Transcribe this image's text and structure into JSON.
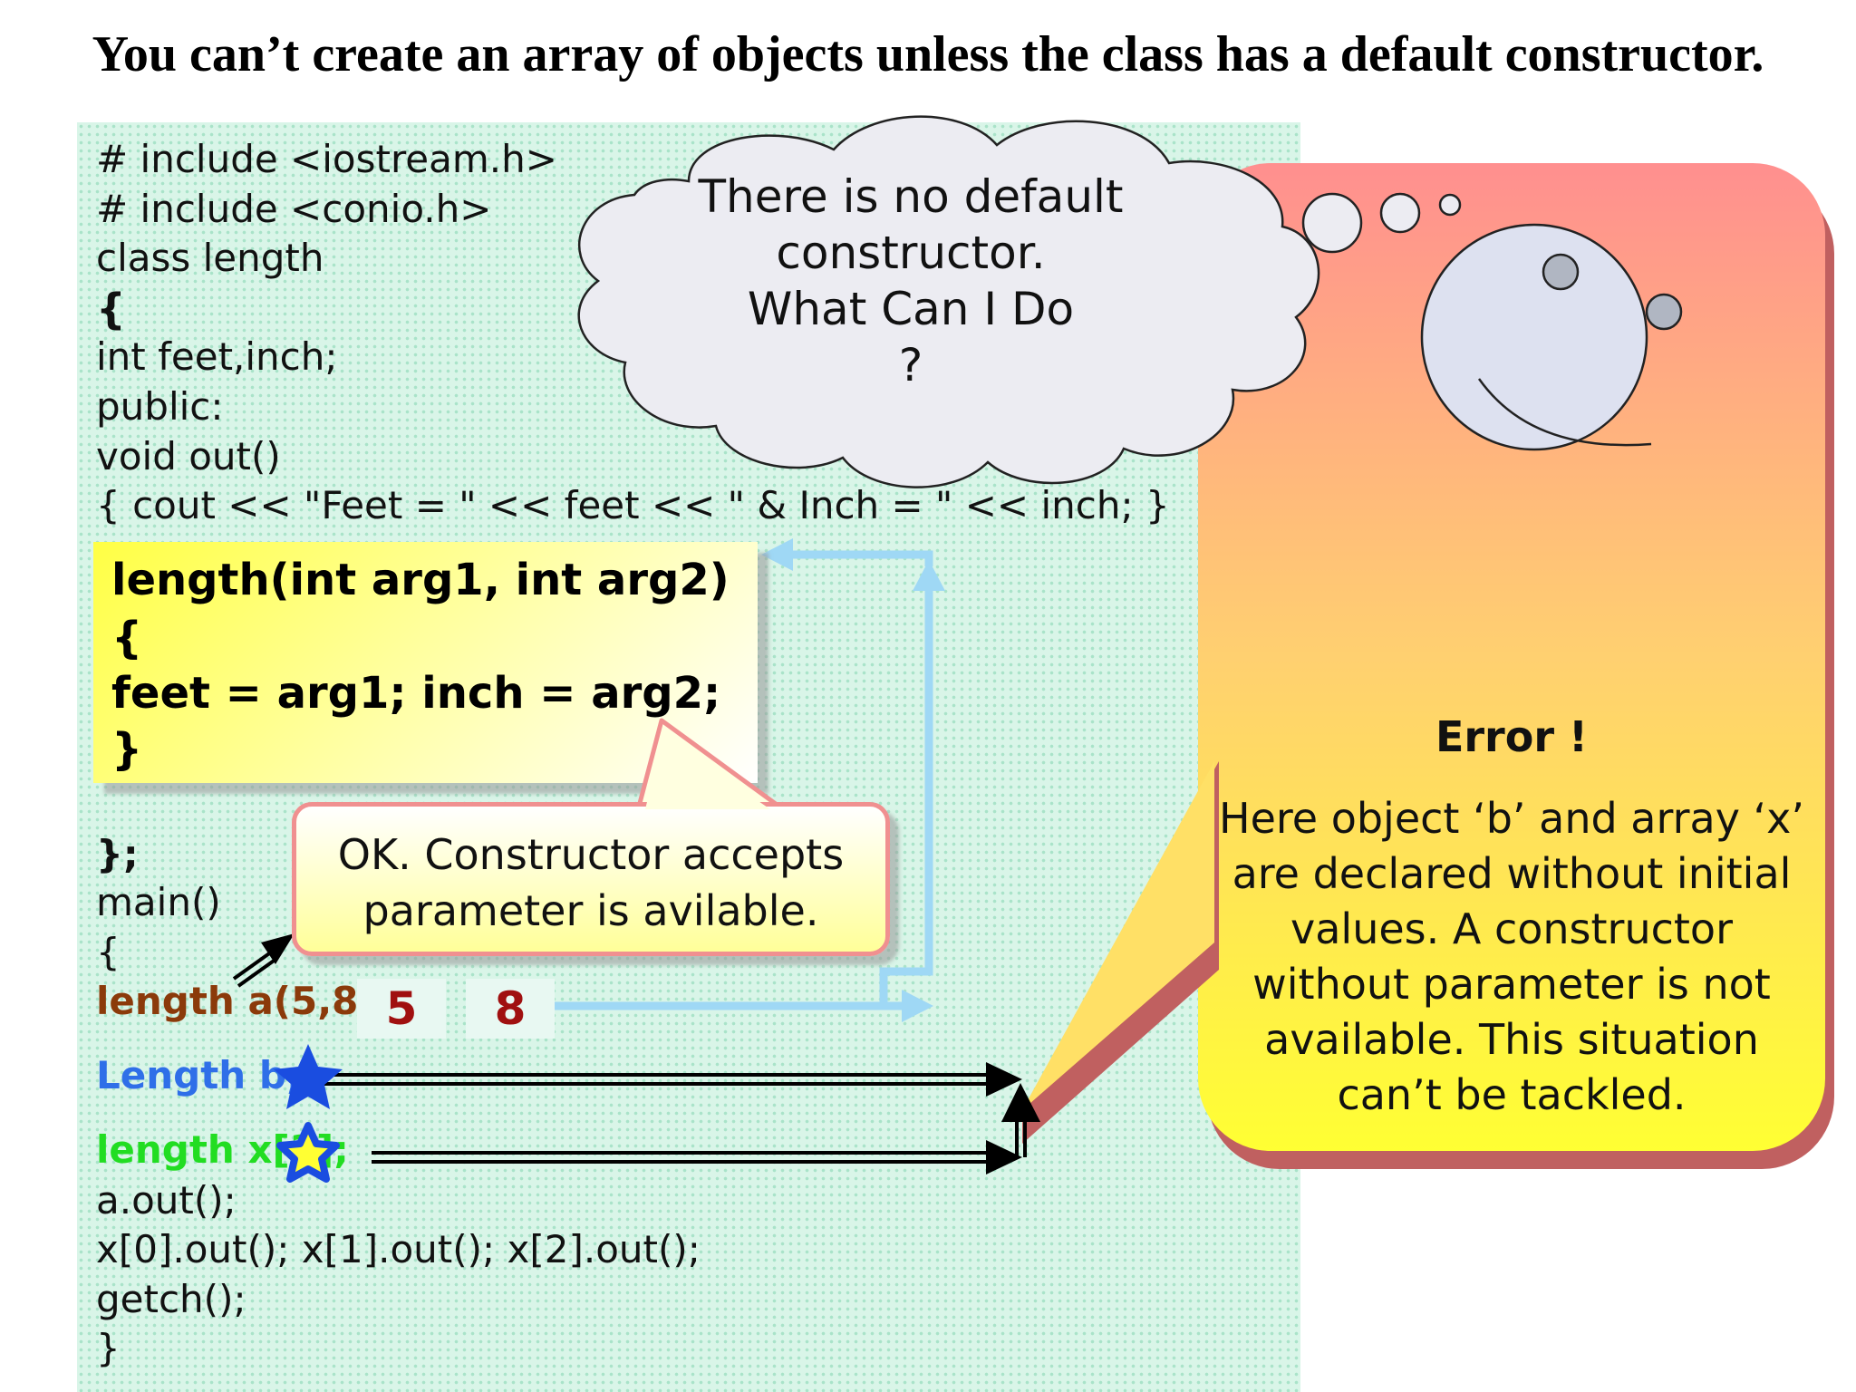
{
  "title": "You can’t create an array of objects unless the class has a default constructor.",
  "code": {
    "include1": "# include <iostream.h>",
    "include2": "# include <conio.h>",
    "class_decl": "class length",
    "brace_open": "{",
    "members": "int feet,inch;",
    "public": "public:",
    "void_out": "void out()",
    "cout_line": "{ cout << \"Feet = \" << feet << \" & Inch = \" << inch; }",
    "class_end": "};",
    "main": "main()",
    "main_open": "{",
    "decl_a": "length a(5,8",
    "decl_b": "Length b;",
    "decl_x": "length x[3];",
    "a_out": "a.out();",
    "x_out": "x[0].out(); x[1].out(); x[2].out();",
    "getch": "getch();",
    "main_close": "}"
  },
  "constructor_box": {
    "line1": "length(int arg1, int arg2)",
    "line2": "{",
    "line3": "feet = arg1;  inch = arg2;",
    "line4": "}"
  },
  "args": {
    "arg1": "5",
    "arg2": "8"
  },
  "ok_callout": {
    "line1": "OK. Constructor accepts",
    "line2": "parameter is avilable."
  },
  "thought_cloud": {
    "line1": "There is no default",
    "line2": "constructor.",
    "line3": "What Can I Do",
    "line4": "?"
  },
  "error_panel": {
    "title": "Error !",
    "line1": "Here object ‘b’ and array ‘x’",
    "line2": "are declared without initial",
    "line3": "values. A constructor",
    "line4": "without parameter is not",
    "line5": "available. This situation",
    "line6": "can’t be tackled."
  },
  "colors": {
    "decl_a": "#8b3a0a",
    "decl_b": "#2f6fe8",
    "decl_x": "#22dd22",
    "arrow_light_blue": "#9fd8f5",
    "star_blue": "#1a4de0",
    "star_yellow": "#ffff33"
  }
}
